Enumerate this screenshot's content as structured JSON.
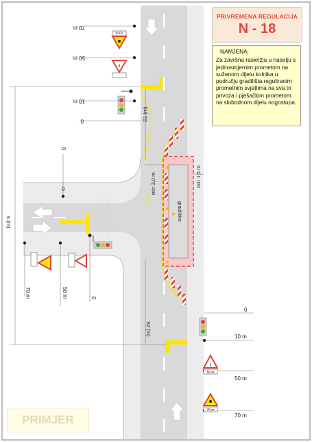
{
  "title": {
    "label": "PRIVREMENA REGULACIJA",
    "code": "N - 18"
  },
  "note": {
    "heading": "NAMJENA:",
    "text": "Za završna raskrižja u naselju s jednosmjernim prometom na suženom dijelu kolnika u području gradilišta reguliranim prometnim svjetlima na sva tri privoza i pješačkim prometom na slobodnom dijelu nogostupa."
  },
  "watermark": "PRIMJER",
  "labels": {
    "worksite": "gradilište",
    "lane_min": "min 3,0 m",
    "side_min": "min 1,5 m",
    "s1": "S1 (m)",
    "s2": "S2 (m)",
    "s_total": "S (m)"
  },
  "distance_labels": {
    "top_70": "70 m",
    "top_50": "50 m",
    "top_10": "10 m",
    "top_0": "0",
    "left_0_upper": "0",
    "left_0_side": "0",
    "left_70": "70 m",
    "left_50": "50 m",
    "left_0_lower": "0",
    "bottom_0": "0",
    "bottom_10": "10 m",
    "bottom_50": "50 m",
    "bottom_70": "70 m"
  },
  "sign_plates": {
    "roadworks_70": "70 m",
    "narrowing_50": "50 m"
  },
  "colors": {
    "road": "#d9d9d9",
    "sidewalk": "#ececec",
    "yellow": "#ffe400",
    "red": "#e0453c",
    "frame": "#a9a9a9"
  }
}
